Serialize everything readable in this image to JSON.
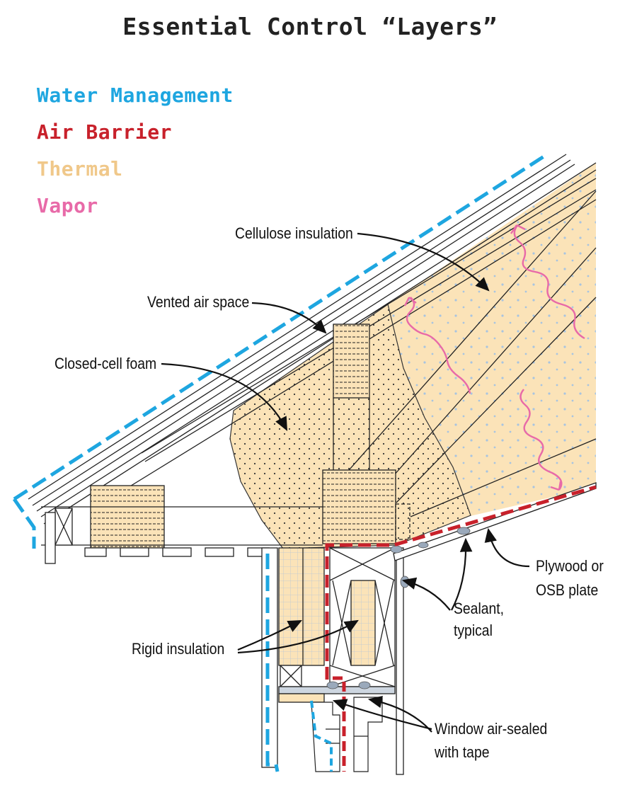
{
  "title": "Essential Control “Layers”",
  "legend": {
    "water": "Water Management",
    "air": "Air Barrier",
    "thermal": "Thermal",
    "vapor": "Vapor"
  },
  "colors": {
    "water": "#1ea6e0",
    "air": "#c8212b",
    "thermal": "#f0c88a",
    "vapor": "#e86aa8",
    "insulation_fill": "#fbe3b8"
  },
  "callouts": {
    "cellulose": "Cellulose insulation",
    "vented": "Vented air space",
    "closed_cell": "Closed-cell foam",
    "rigid": "Rigid insulation",
    "plywood_line1": "Plywood or",
    "plywood_line2": "OSB plate",
    "sealant_line1": "Sealant,",
    "sealant_line2": "typical",
    "window_line1": "Window air-sealed",
    "window_line2": "with tape"
  }
}
